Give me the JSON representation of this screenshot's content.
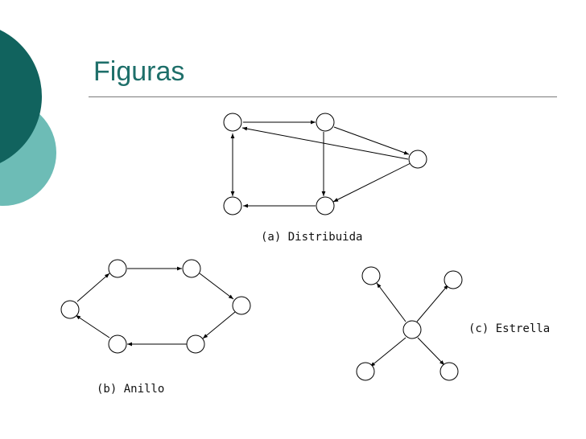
{
  "slide": {
    "title": "Figuras",
    "accent_dark": "#11635e",
    "accent_light": "#6dbcb6",
    "title_color": "#1e6f6a"
  },
  "diagrams": {
    "distribuida": {
      "caption": "(a) Distribuida"
    },
    "anillo": {
      "caption": "(b) Anillo"
    },
    "estrella": {
      "caption": "(c) Estrella"
    }
  }
}
